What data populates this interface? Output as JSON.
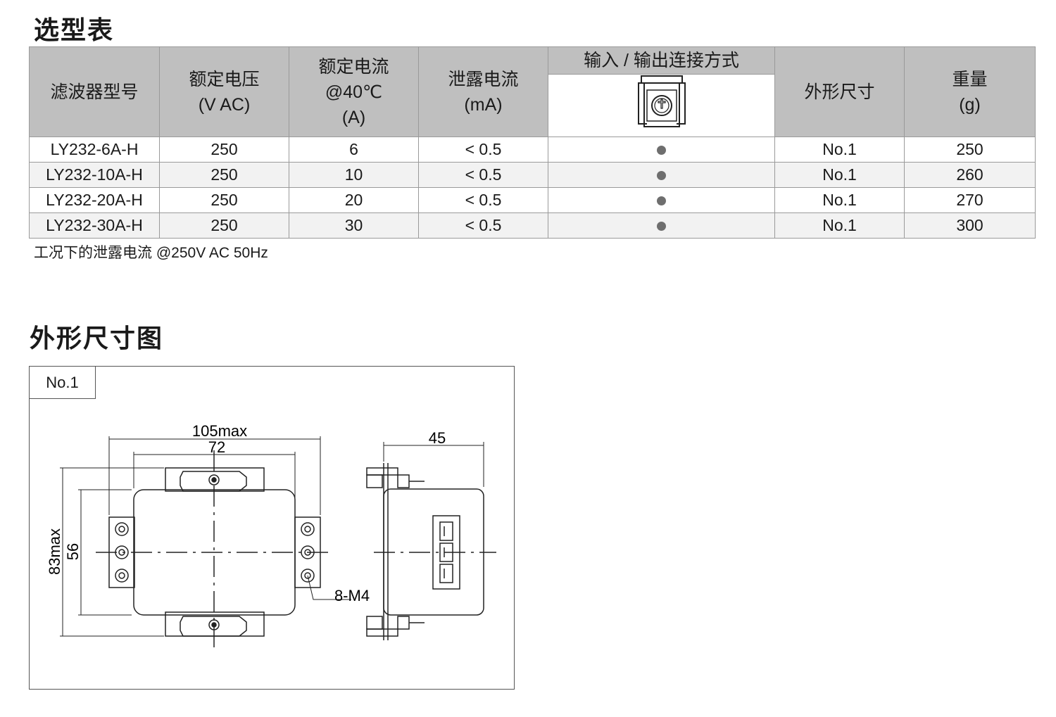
{
  "section_title": "选型表",
  "table": {
    "headers": {
      "model": "滤波器型号",
      "voltage_line1": "额定电压",
      "voltage_line2": "(V AC)",
      "current_line1": "额定电流",
      "current_line2": "@40℃",
      "current_line3": "(A)",
      "leak_line1": "泄露电流",
      "leak_line2": "(mA)",
      "connection": "输入 / 输出连接方式",
      "dimension": "外形尺寸",
      "weight_line1": "重量",
      "weight_line2": "(g)"
    },
    "rows": [
      {
        "model": "LY232-6A-H",
        "voltage": "250",
        "current": "6",
        "leakage": "< 0.5",
        "dimension": "No.1",
        "weight": "250"
      },
      {
        "model": "LY232-10A-H",
        "voltage": "250",
        "current": "10",
        "leakage": "< 0.5",
        "dimension": "No.1",
        "weight": "260"
      },
      {
        "model": "LY232-20A-H",
        "voltage": "250",
        "current": "20",
        "leakage": "< 0.5",
        "dimension": "No.1",
        "weight": "270"
      },
      {
        "model": "LY232-30A-H",
        "voltage": "250",
        "current": "30",
        "leakage": "< 0.5",
        "dimension": "No.1",
        "weight": "300"
      }
    ],
    "connection_icon": "screw-terminal-icon",
    "dot_color": "#6e6e6e"
  },
  "note": "工况下的泄露电流 @250V AC 50Hz",
  "dimension_section": {
    "title": "外形尺寸图",
    "tag": "No.1",
    "labels": {
      "overall_width": "105max",
      "mounting_width": "72",
      "depth": "45",
      "overall_height": "83max",
      "mounting_height": "56",
      "screws": "8-M4"
    }
  }
}
